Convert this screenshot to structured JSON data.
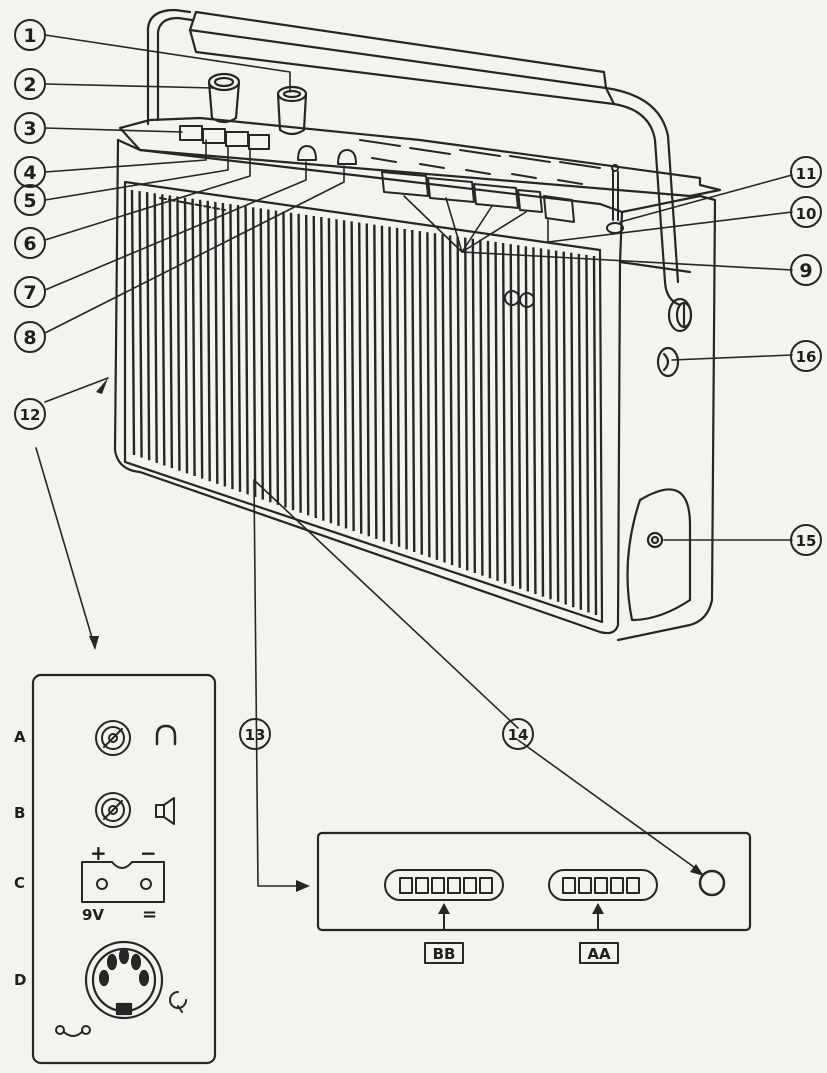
{
  "callouts": [
    "1",
    "2",
    "3",
    "4",
    "5",
    "6",
    "7",
    "8",
    "9",
    "10",
    "11",
    "12",
    "13",
    "14",
    "15",
    "16"
  ],
  "panel_left": {
    "rows": [
      {
        "letter": "A",
        "symbol": "headphones-icon"
      },
      {
        "letter": "B",
        "symbol": "speaker-icon"
      },
      {
        "letter": "C",
        "symbol": "battery-terminal"
      },
      {
        "letter": "D",
        "symbol": "din-socket"
      }
    ],
    "battery_plus": "+",
    "battery_minus": "−",
    "battery_voltage": "9V",
    "battery_dc": "="
  },
  "panel_bottom": {
    "labels": [
      "BB",
      "AA"
    ]
  },
  "colors": {
    "ink": "#262626",
    "paper": "#f4f3ef"
  }
}
